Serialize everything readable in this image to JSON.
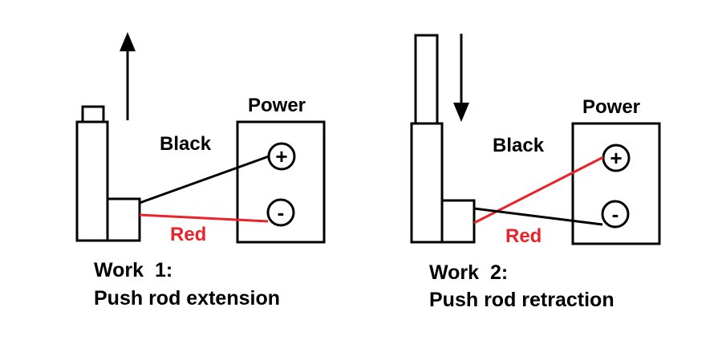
{
  "colors": {
    "black_wire": "#000000",
    "red_wire": "#e8232a",
    "outline": "#000000",
    "background": "#ffffff"
  },
  "icons": {
    "arrow_up": "arrow-up-icon",
    "arrow_down": "arrow-down-icon",
    "plus_terminal": "plus-terminal-icon",
    "minus_terminal": "minus-terminal-icon"
  },
  "work1": {
    "power_label": "Power",
    "black_label": "Black",
    "red_label": "Red",
    "plus_symbol": "+",
    "minus_symbol": "-",
    "title": "Work  1:",
    "description": "Push rod extension"
  },
  "work2": {
    "power_label": "Power",
    "black_label": "Black",
    "red_label": "Red",
    "plus_symbol": "+",
    "minus_symbol": "-",
    "title": "Work  2:",
    "description": "Push rod retraction"
  }
}
